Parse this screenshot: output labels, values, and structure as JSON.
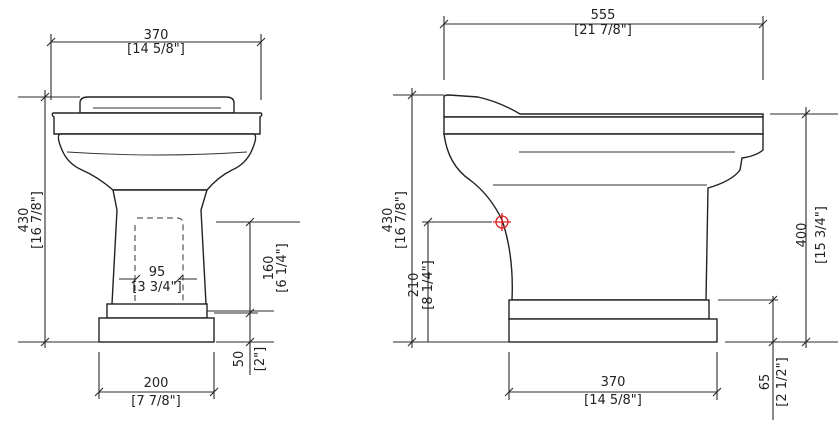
{
  "front_view": {
    "width_mm": "370",
    "width_in": "[14 5/8\"]",
    "height_mm": "430",
    "height_in": "[16 7/8\"]",
    "trap_mm": "160",
    "trap_in": "[6 1/4\"]",
    "outlet_mm": "95",
    "outlet_in": "[3 3/4\"]",
    "base_mm": "50",
    "base_in": "[2\"]",
    "foot_mm": "200",
    "foot_in": "[7 7/8\"]"
  },
  "side_view": {
    "length_mm": "555",
    "length_in": "[21 7/8\"]",
    "height_mm": "430",
    "height_in": "[16 7/8\"]",
    "outlet_height_mm": "210",
    "outlet_height_in": "[8 1/4\"]",
    "rim_height_mm": "400",
    "rim_height_in": "[15 3/4\"]",
    "base_height_mm": "65",
    "base_height_in": "[2 1/2\"]",
    "foot_length_mm": "370",
    "foot_length_in": "[14 5/8\"]"
  },
  "colors": {
    "line": "#2a2a2a",
    "marker": "#e02020"
  }
}
